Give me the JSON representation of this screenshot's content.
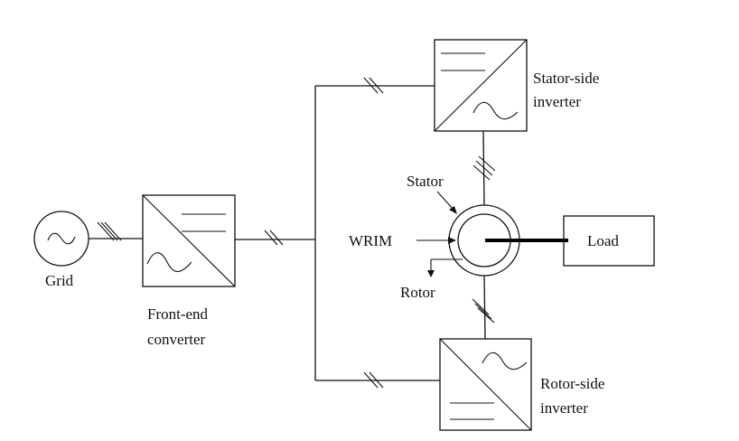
{
  "diagram": {
    "title": "Open-winding WRIM drive with front-end converter, stator-side and rotor-side inverters",
    "nodes": {
      "grid": {
        "label": "Grid",
        "symbol": "ac-source"
      },
      "front_end": {
        "label_line1": "Front-end",
        "label_line2": "converter",
        "symbol": "ac-dc-converter"
      },
      "stator_inverter": {
        "label_line1": "Stator-side",
        "label_line2": "inverter",
        "symbol": "dc-ac-inverter"
      },
      "rotor_inverter": {
        "label_line1": "Rotor-side",
        "label_line2": "inverter",
        "symbol": "dc-ac-inverter"
      },
      "machine": {
        "label": "WRIM",
        "stator_label": "Stator",
        "rotor_label": "Rotor"
      },
      "load": {
        "label": "Load"
      }
    },
    "connections": [
      {
        "from": "grid",
        "to": "front_end",
        "phases": 3
      },
      {
        "from": "front_end",
        "to": "dc-bus",
        "phases": 2
      },
      {
        "from": "dc-bus",
        "to": "stator_inverter",
        "phases": 2
      },
      {
        "from": "dc-bus",
        "to": "rotor_inverter",
        "phases": 2
      },
      {
        "from": "stator_inverter",
        "to": "machine.stator",
        "phases": 3
      },
      {
        "from": "rotor_inverter",
        "to": "machine.rotor",
        "phases": 3
      },
      {
        "from": "machine",
        "to": "load",
        "type": "shaft"
      }
    ]
  }
}
